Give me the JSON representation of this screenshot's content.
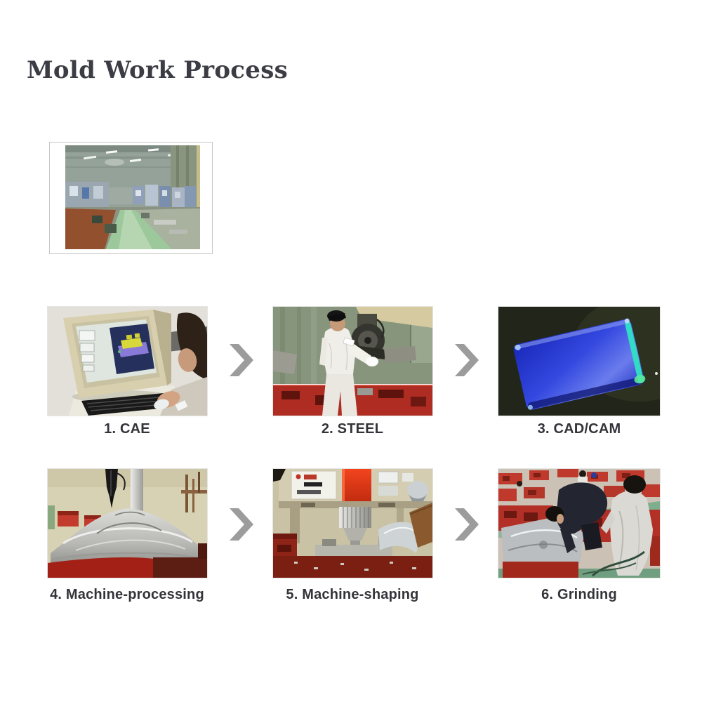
{
  "page": {
    "title": "Mold Work Process"
  },
  "colors": {
    "background": "#ffffff",
    "title": "#3c3c44",
    "caption": "#33333a",
    "chevron": "#9c9c9c",
    "frame_border": "#c6c6c6",
    "cad_blue": "#3448e0",
    "machine_red": "#b23026",
    "stripe_orange": "#e53c16"
  },
  "overview": {
    "photo_name": "factory-floor-overview-photo"
  },
  "steps": [
    {
      "label": "1. CAE",
      "photo_name": "cae-workstation-photo"
    },
    {
      "label": "2. STEEL",
      "photo_name": "steel-machining-photo"
    },
    {
      "label": "3. CAD/CAM",
      "photo_name": "cad-cam-model-photo"
    },
    {
      "label": "4. Machine-processing",
      "photo_name": "machine-processing-mold-photo"
    },
    {
      "label": "5. Machine-shaping",
      "photo_name": "machine-shaping-cnc-photo"
    },
    {
      "label": "6. Grinding",
      "photo_name": "grinding-workers-photo"
    }
  ],
  "chevron_icon": {
    "name": "chevron-right-icon",
    "glyph": "❯"
  }
}
